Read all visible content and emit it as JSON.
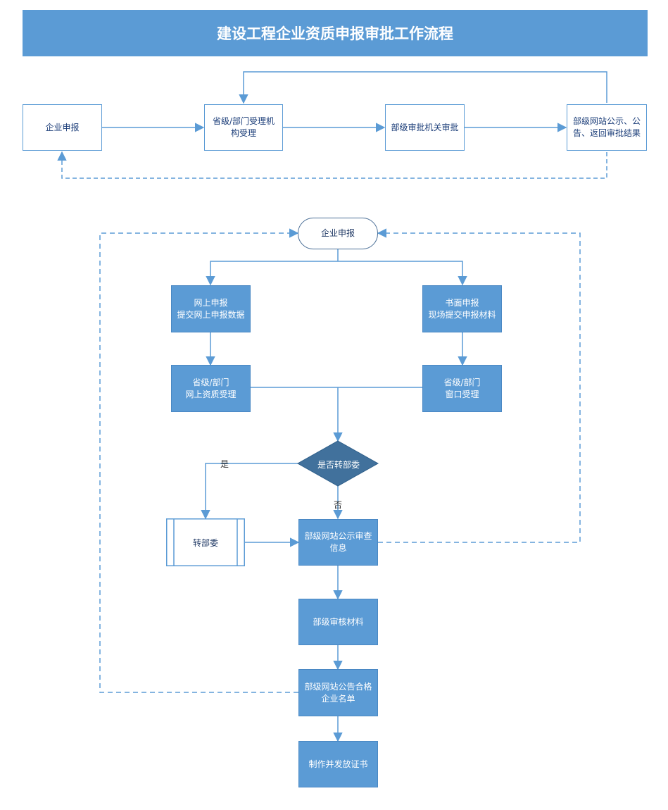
{
  "title": "建设工程企业资质申报审批工作流程",
  "top_flow": {
    "enterprise_declare": "企业申报",
    "provincial_accept": "省级/部门受理机\n构受理",
    "ministry_approve": "部级审批机关审批",
    "publish_results": "部级网站公示、公\n告、返回审批结果"
  },
  "bottom_flow": {
    "start": "企业申报",
    "online_declare": "网上申报\n提交网上申报数据",
    "paper_declare": "书面申报\n现场提交申报材料",
    "online_accept": "省级/部门\n网上资质受理",
    "window_accept": "省级/部门\n窗口受理",
    "decision": "是否转部委",
    "yes": "是",
    "no": "否",
    "transfer": "转部委",
    "publish_review": "部级网站公示审查\n信息",
    "ministry_review": "部级审核材料",
    "publish_qualified": "部级网站公告合格\n企业名单",
    "certificate": "制作并发放证书"
  },
  "colors": {
    "accent": "#5b9bd5",
    "diamond": "#41719c",
    "text_dark": "#1f3864"
  }
}
